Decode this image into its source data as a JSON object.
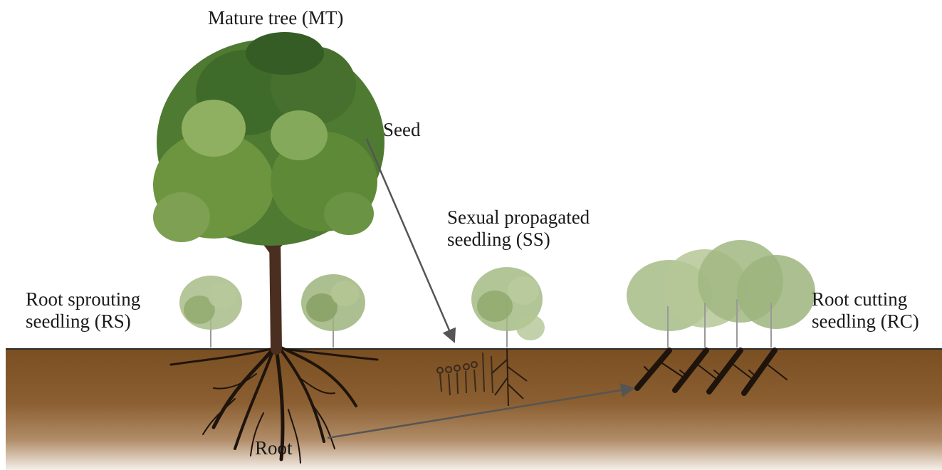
{
  "labels": {
    "mature_tree": "Mature tree (MT)",
    "seed": "Seed",
    "sexual_seedling": [
      "Sexual propagated",
      "seedling (SS)"
    ],
    "root_sprouting": [
      "Root sprouting",
      "seedling (RS)"
    ],
    "root_cutting": [
      "Root cutting",
      "seedling (RC)"
    ],
    "root": "Root"
  },
  "colors": {
    "soil_top": "#7a4f22",
    "soil_bottom": "#f2ece6",
    "ground_line": "#2b2b2b",
    "canopy_dark": "#3f6b2a",
    "canopy_light": "#8fb060",
    "trunk": "#4a2e20",
    "sapling_leaf": "#a8bd88",
    "arrow": "#555555",
    "root": "#1e140c"
  }
}
